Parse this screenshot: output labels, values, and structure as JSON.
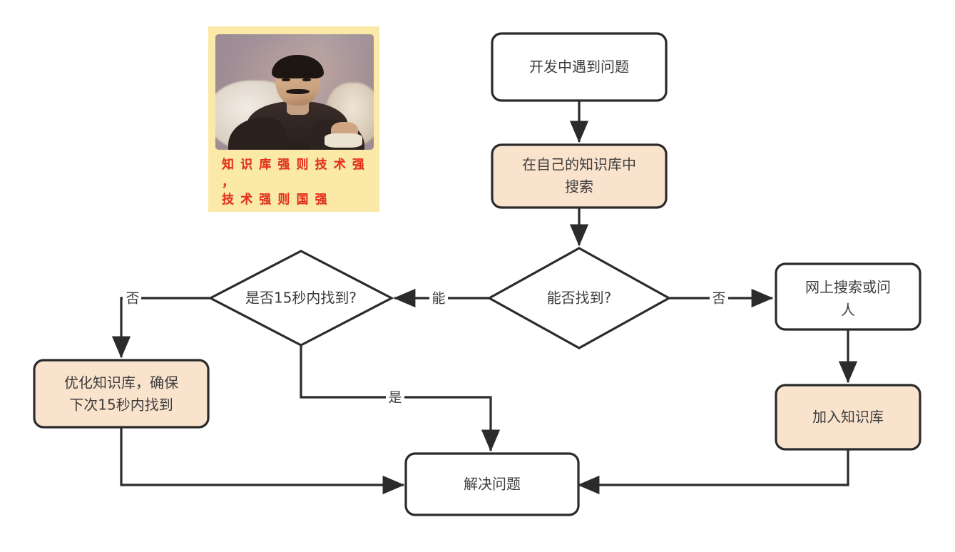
{
  "meme": {
    "caption_line1": "知 识 库 强 则 技 术 强 ，",
    "caption_line2": "技 术 强 则 国 强",
    "caption_color": "#e8301b",
    "background_color": "#fbe9a8",
    "photo_alt": "portrait-illustration"
  },
  "flowchart": {
    "type": "flowchart",
    "colors": {
      "node_stroke": "#2b2b2b",
      "node_fill_default": "#ffffff",
      "node_fill_highlight": "#fae3cd",
      "text": "#3d3d3d",
      "edge": "#2b2b2b"
    },
    "nodes": [
      {
        "id": "start",
        "shape": "rounded-rect",
        "label": "开发中遇到问题",
        "fill": "#ffffff"
      },
      {
        "id": "search_kb",
        "shape": "rounded-rect",
        "label_line1": "在自己的知识库中",
        "label_line2": "搜索",
        "fill": "#fae3cd"
      },
      {
        "id": "found",
        "shape": "diamond",
        "label": "能否找到?",
        "fill": "#ffffff"
      },
      {
        "id": "within15",
        "shape": "diamond",
        "label": "是否15秒内找到?",
        "fill": "#ffffff"
      },
      {
        "id": "web_ask",
        "shape": "rounded-rect",
        "label_line1": "网上搜索或问",
        "label_line2": "人",
        "fill": "#ffffff"
      },
      {
        "id": "add_kb",
        "shape": "rounded-rect",
        "label": "加入知识库",
        "fill": "#fae3cd"
      },
      {
        "id": "optimize",
        "shape": "rounded-rect",
        "label_line1": "优化知识库，确保",
        "label_line2": "下次15秒内找到",
        "fill": "#fae3cd"
      },
      {
        "id": "solved",
        "shape": "rounded-rect",
        "label": "解决问题",
        "fill": "#ffffff"
      }
    ],
    "edges": [
      {
        "from": "start",
        "to": "search_kb",
        "label": ""
      },
      {
        "from": "search_kb",
        "to": "found",
        "label": ""
      },
      {
        "from": "found",
        "to": "within15",
        "label": "能"
      },
      {
        "from": "found",
        "to": "web_ask",
        "label": "否"
      },
      {
        "from": "within15",
        "to": "optimize",
        "label": "否"
      },
      {
        "from": "within15",
        "to": "solved",
        "label": "是"
      },
      {
        "from": "web_ask",
        "to": "add_kb",
        "label": ""
      },
      {
        "from": "add_kb",
        "to": "solved",
        "label": ""
      },
      {
        "from": "optimize",
        "to": "solved",
        "label": ""
      }
    ]
  }
}
